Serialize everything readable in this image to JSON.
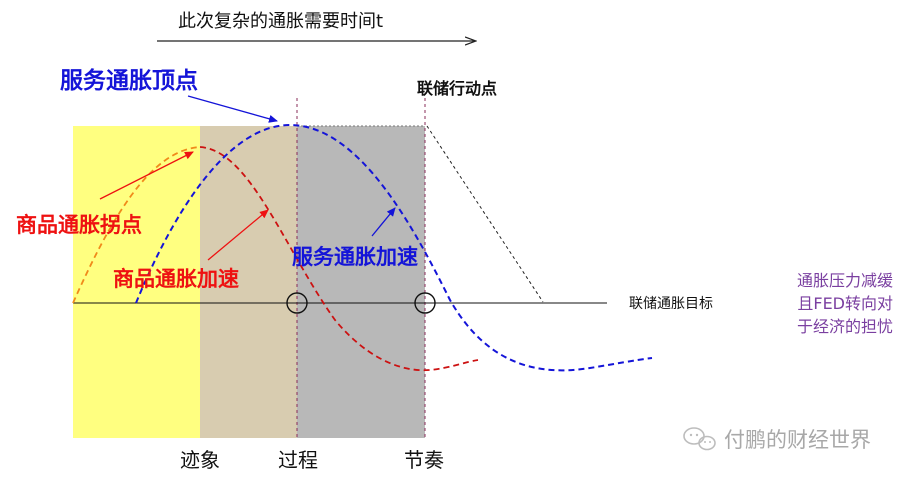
{
  "timeline": {
    "label": "此次复杂的通胀需要时间t"
  },
  "labels": {
    "service_peak": "服务通胀顶点",
    "fed_action": "联储行动点",
    "goods_inflection": "商品通胀拐点",
    "goods_accel": "商品通胀加速",
    "service_accel": "服务通胀加速",
    "fed_target": "联储通胀目标",
    "pressure_note": [
      "通胀压力减缓",
      "且FED转向对",
      "于经济的担忧"
    ]
  },
  "phases": {
    "signs": "迹象",
    "process": "过程",
    "rhythm": "节奏"
  },
  "watermark": {
    "text": "付鹏的财经世界",
    "icon": "wechat-icon"
  },
  "colors": {
    "phase1": "#ffff80",
    "phase2": "#d8ccb0",
    "phase3": "#b8b8b8",
    "goods_curve": "#cc1111",
    "goods_curve_early": "#f08a1a",
    "service_curve": "#1414d8",
    "note_text": "#7a3fa0",
    "label_red": "#ee1111",
    "label_blue": "#1414d8"
  }
}
